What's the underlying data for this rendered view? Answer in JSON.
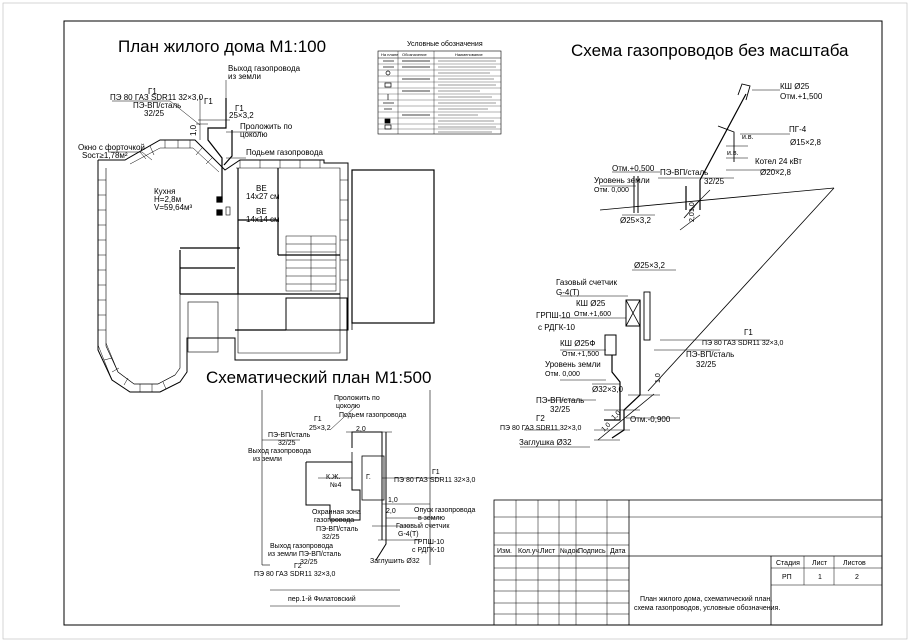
{
  "titles": {
    "house_plan": "План жилого дома М1:100",
    "gas_scheme": "Схема газопроводов без масштаба",
    "site_plan": "Схематический план М1:500",
    "legend": "Условные обозначения"
  },
  "legend_headers": [
    "На плане",
    "Обозначение",
    "Наименование"
  ],
  "house": {
    "g1": "Г1",
    "g1_pipe": "ПЭ 80 ГАЗ SDR11 32×3,0",
    "pe_vp": "ПЭ-ВП/сталь",
    "pe_vp_size": "32/25",
    "exit_label_1": "Выход газопровода",
    "exit_label_2": "из земли",
    "g1b": "Г1",
    "size_25": "25×3,2",
    "lay_label": "Проложить по",
    "lay_label_2": "цоколю",
    "rise_label": "Подьем газопровода",
    "window_1": "Окно с форточкой",
    "window_2": "Sост≥1,78м²",
    "kitchen_1": "Кухня",
    "kitchen_2": "H=2,8м",
    "kitchen_3": "V=59,64м³",
    "ve1": "ВЕ",
    "ve1_size": "14х27 см",
    "ve2": "ВЕ",
    "ve2_size": "14х14 см",
    "dim_10": "1,0"
  },
  "scheme": {
    "ksh25": "КШ Ø25",
    "otm_1500": "Отм.+1,500",
    "pg4": "ПГ-4",
    "pg4_size": "Ø15×2,8",
    "iv": "и.в.",
    "kotel": "Котел 24 кВт",
    "kotel_size": "Ø20×2,8",
    "otm_0500": "Отм.+0,500",
    "ground_1": "Уровень земли",
    "ground_otm": "Отм. 0,000",
    "pe_vp": "ПЭ-ВП/сталь",
    "pe_vp_size": "32/25",
    "d25_32": "Ø25×3,2",
    "dim_1": "1,0",
    "dim_2": "2,0",
    "d25_32b": "Ø25×3,2",
    "meter": "Газовый счетчик",
    "meter_type": "G-4(T)",
    "ksh25b": "КШ Ø25",
    "otm_1600": "Отм.+1,600",
    "grpsh": "ГРПШ-10",
    "rdgk": "с РДГК-10",
    "ksh25f": "КШ Ø25Ф",
    "otm_1500b": "Отм.+1,500",
    "ground_2": "Уровень земли",
    "ground_otm2": "Отм. 0,000",
    "d32": "Ø32×3,0",
    "pe_vp2": "ПЭ-ВП/сталь",
    "pe_vp2_size": "32/25",
    "g2": "Г2",
    "g2_pipe": "ПЭ 80 ГАЗ SDR11 32×3,0",
    "plug": "Заглушка Ø32",
    "otm_0900": "Отм.-0,900",
    "g1": "Г1",
    "g1_pipe": "ПЭ 80 ГАЗ SDR11 32×3,0",
    "pe_vp3": "ПЭ-ВП/сталь",
    "pe_vp3_size": "32/25"
  },
  "site": {
    "lay_1": "Проложить по",
    "lay_2": "цоколю",
    "rise": "Подьем газопровода",
    "g1": "Г1",
    "size_25": "25×3,2",
    "pe_vp": "ПЭ-ВП/сталь",
    "pe_vp_size": "32/25",
    "exit_1": "Выход газопровода",
    "exit_2": "из земли",
    "dim_20": "2,0",
    "kzh": "К.Ж.",
    "no4": "№4",
    "g": "Г.",
    "g1b": "Г1",
    "g1_pipe": "ПЭ 80 ГАЗ SDR11 32×3,0",
    "dim_10": "1,0",
    "zone_1": "Охранная зона",
    "zone_2": "газопровода",
    "dim_20b": "2,0",
    "descent_1": "Опуск газопровода",
    "descent_2": "в землю",
    "meter": "Газовый счетчик",
    "meter_type": "G-4(T)",
    "pe_vp2": "ПЭ-ВП/сталь",
    "pe_vp2_size": "32/25",
    "grpsh": "ГРПШ-10",
    "rdgk": "с РДГК-10",
    "exit2_1": "Выход газопровода",
    "exit2_2": "из земли ПЭ-ВП/сталь",
    "exit2_3": "32/25",
    "g2": "Г2",
    "g2_pipe": "ПЭ 80 ГАЗ SDR11 32×3,0",
    "plug": "Заглушить Ø32",
    "street": "пер.1-й Филатовский"
  },
  "stamp": {
    "headers": [
      "Изм.",
      "Кол.уч.",
      "Лист",
      "№док.",
      "Подпись",
      "Дата"
    ],
    "stage_label": "Стадия",
    "sheet_label": "Лист",
    "sheets_label": "Листов",
    "stage": "РП",
    "sheet": "1",
    "sheets": "2",
    "desc_1": "План жилого дома, схематический план,",
    "desc_2": "схема газопроводов, условные обозначения."
  }
}
